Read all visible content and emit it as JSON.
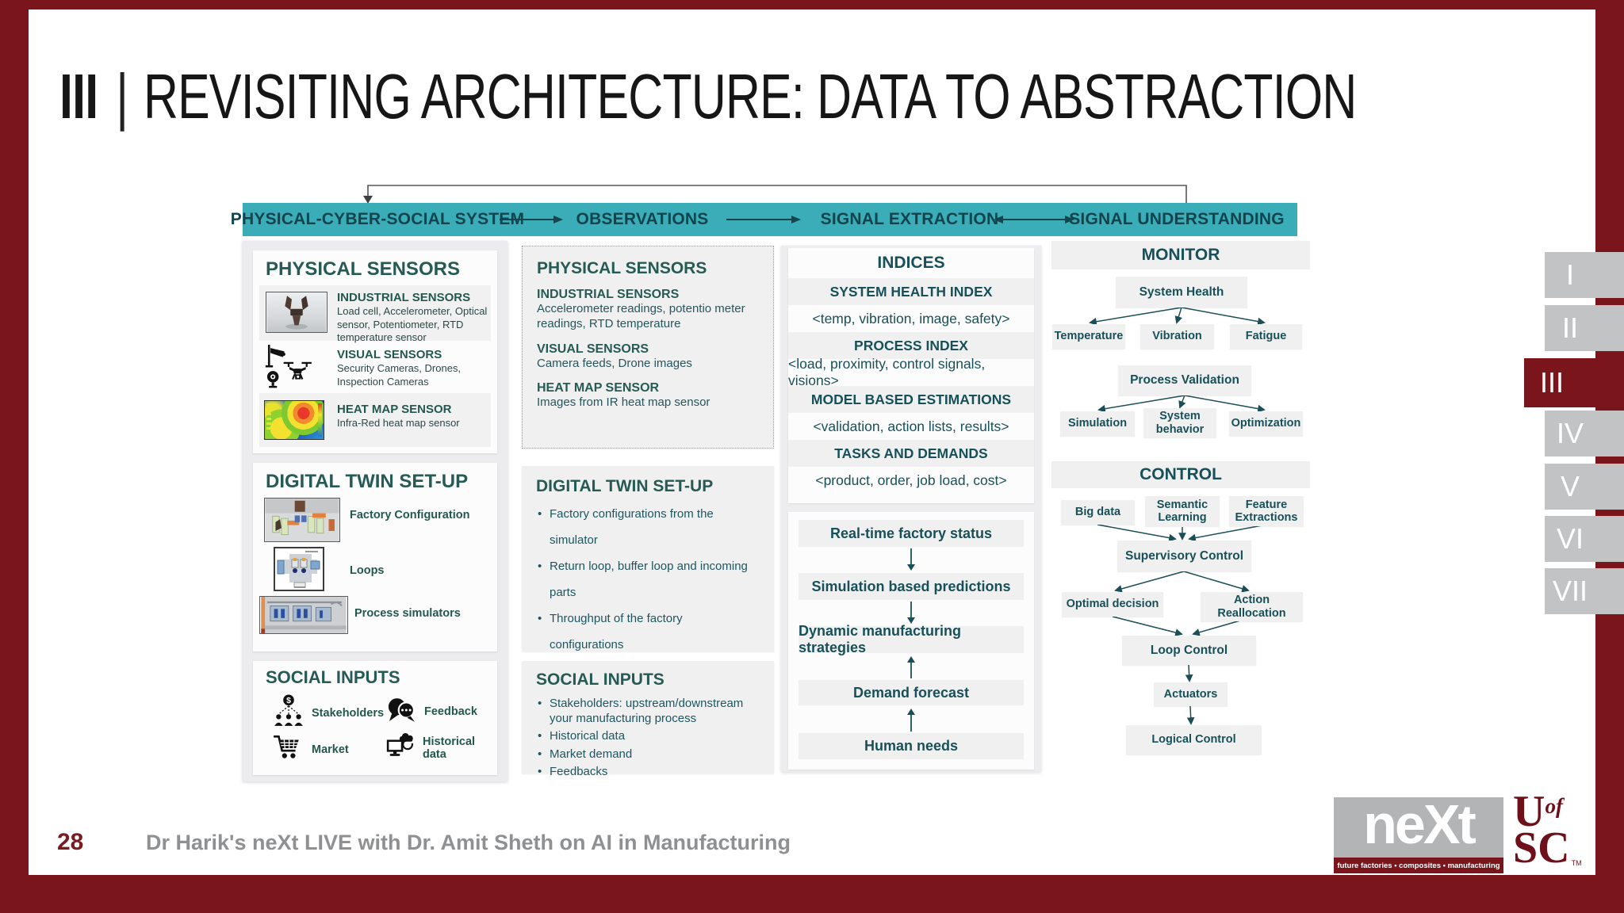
{
  "slide": {
    "page_number": "28",
    "title": {
      "roman": "III",
      "divider": "|",
      "text": "REVISITING ARCHITECTURE: DATA TO ABSTRACTION"
    },
    "footer_caption": "Dr Harik's neXt LIVE with Dr. Amit Sheth on AI in Manufacturing"
  },
  "pipeline": {
    "stages": [
      "PHYSICAL-CYBER-SOCIAL SYSTEM",
      "OBSERVATIONS",
      "SIGNAL EXTRACTION",
      "SIGNAL UNDERSTANDING"
    ]
  },
  "col1": {
    "physical": {
      "heading": "PHYSICAL SENSORS",
      "items": [
        {
          "title": "INDUSTRIAL SENSORS",
          "desc": "Load cell, Accelerometer, Optical sensor, Potentiometer, RTD temperature sensor",
          "icon": "robot-gripper-photo"
        },
        {
          "title": "VISUAL SENSORS",
          "desc": "Security Cameras, Drones, Inspection Cameras",
          "icon": "security-camera-webcam-drone-icons"
        },
        {
          "title": "HEAT MAP SENSOR",
          "desc": "Infra-Red heat map sensor",
          "icon": "thermal-image"
        }
      ]
    },
    "twin": {
      "heading": "DIGITAL TWIN SET-UP",
      "items": [
        {
          "label": "Factory Configuration",
          "icon": "factory-configuration-photo"
        },
        {
          "label": "Loops",
          "icon": "loops-schematic"
        },
        {
          "label": "Process simulators",
          "icon": "process-simulators-photo"
        }
      ]
    },
    "social": {
      "heading": "SOCIAL INPUTS",
      "items": [
        {
          "label": "Stakeholders",
          "icon": "stakeholders-icon"
        },
        {
          "label": "Feedback",
          "icon": "feedback-icon"
        },
        {
          "label": "Market",
          "icon": "market-cart-icon"
        },
        {
          "label": "Historical data",
          "icon": "historical-data-icon"
        }
      ]
    }
  },
  "col2": {
    "physical": {
      "heading": "PHYSICAL SENSORS",
      "items": [
        {
          "title": "INDUSTRIAL SENSORS",
          "desc": "Accelerometer readings, potentio meter readings, RTD temperature"
        },
        {
          "title": "VISUAL SENSORS",
          "desc": "Camera feeds, Drone images"
        },
        {
          "title": "HEAT MAP SENSOR",
          "desc": "Images from IR heat map sensor"
        }
      ]
    },
    "twin": {
      "heading": "DIGITAL TWIN SET-UP",
      "bullets": [
        "Factory configurations from the simulator",
        "Return loop, buffer loop and incoming parts",
        "Throughput of the factory configurations"
      ]
    },
    "social": {
      "heading": "SOCIAL INPUTS",
      "bullets": [
        "Stakeholders: upstream/downstream your manufacturing process",
        "Historical data",
        "Market demand",
        "Feedbacks"
      ]
    }
  },
  "col3": {
    "indices": {
      "heading": "INDICES",
      "rows": [
        {
          "title": "SYSTEM HEALTH INDEX",
          "detail": "<temp, vibration, image, safety>"
        },
        {
          "title": "PROCESS INDEX",
          "detail": "<load, proximity, control signals, visions>"
        },
        {
          "title": "MODEL BASED ESTIMATIONS",
          "detail": "<validation, action lists, results>"
        },
        {
          "title": "TASKS AND DEMANDS",
          "detail": "<product, order, job load, cost>"
        }
      ]
    },
    "flow": {
      "steps": [
        "Real-time factory status",
        "Simulation based predictions",
        "Dynamic manufacturing strategies",
        "Demand forecast",
        "Human needs"
      ],
      "arrows": [
        "down",
        "down",
        "up",
        "up"
      ]
    }
  },
  "col4": {
    "monitor": {
      "heading": "MONITOR",
      "health_root": "System Health",
      "health_children": [
        "Temperature",
        "Vibration",
        "Fatigue"
      ],
      "validation_root": "Process Validation",
      "validation_children": [
        "Simulation",
        "System behavior",
        "Optimization"
      ]
    },
    "control": {
      "heading": "CONTROL",
      "inputs": [
        "Big data",
        "Semantic Learning",
        "Feature Extractions"
      ],
      "hub": "Supervisory Control",
      "branches": [
        "Optimal decision",
        "Action Reallocation"
      ],
      "chain": [
        "Loop Control",
        "Actuators",
        "Logical Control"
      ]
    }
  },
  "sidebar": {
    "tabs": [
      {
        "label": "I",
        "active": false
      },
      {
        "label": "II",
        "active": false
      },
      {
        "label": "III",
        "active": true
      },
      {
        "label": "IV",
        "active": false
      },
      {
        "label": "V",
        "active": false
      },
      {
        "label": "VI",
        "active": false
      },
      {
        "label": "VII",
        "active": false
      }
    ]
  },
  "logos": {
    "next_wordmark": "neXt",
    "next_tagline": "future factories • composites • manufacturing",
    "uofsc_u": "U",
    "uofsc_of": "of",
    "uofsc_sc": "SC",
    "uofsc_tm": "TM"
  },
  "colors": {
    "maroon": "#7b151c",
    "teal_bar": "#3aadb8",
    "dark_teal_text": "#175059",
    "heading_green": "#265a54",
    "garnet": "#6d1019",
    "tab_gray": "#c2c3c5"
  },
  "icons": {
    "security-camera-icon": "cctv shape",
    "webcam-icon": "circle lens on stand",
    "drone-icon": "quadcopter",
    "stakeholders-icon": "dollar circle over people network",
    "feedback-icon": "overlapping chat bubbles",
    "market-cart-icon": "shopping cart",
    "historical-data-icon": "monitor with cloud sync"
  }
}
